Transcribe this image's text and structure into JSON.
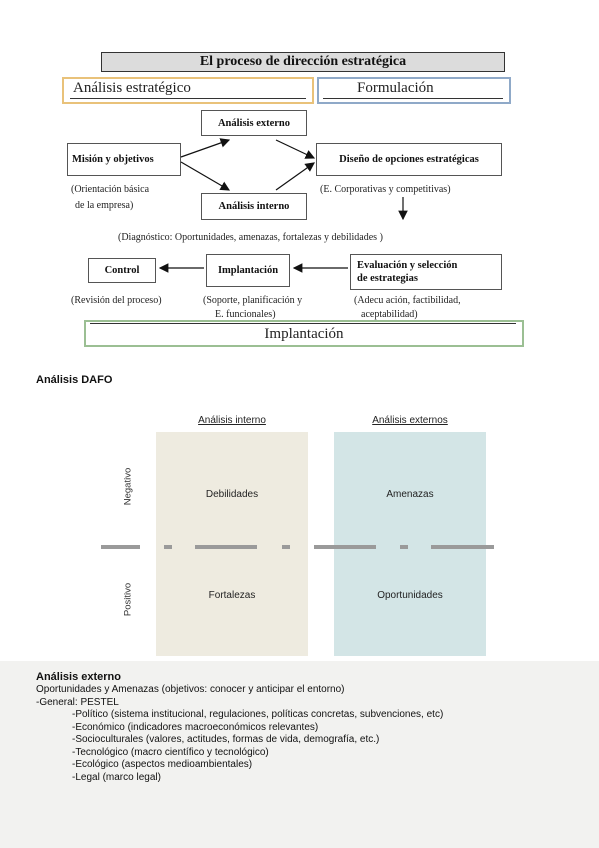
{
  "diagram": {
    "title": "El proceso de dirección estratégica",
    "header_left": "Análisis estratégico",
    "header_right": "Formulación",
    "boxes": {
      "externo": "Análisis externo",
      "mision": "Misión y  objetivos",
      "diseno": "Diseño de opciones estratégicas",
      "interno": "Análisis interno",
      "control": "Control",
      "implantacion": "Implantación",
      "evaluacion_line1": "Evaluación y selección",
      "evaluacion_line2": "de estrategias"
    },
    "notes": {
      "orientacion_1": "(Orientación básica",
      "orientacion_2": "de la empresa)",
      "corporativas": "(E. Corporativas y competitivas)",
      "diagnostico": "(Diagnóstico: Oportunidades, amenazas,  fortalezas y debilidades  )",
      "revision": "(Revisión del proceso)",
      "soporte_1": "(Soporte, planificación y",
      "soporte_2": "E. funcionales)",
      "adecu_1": "(Adecu ación,  factibilidad,",
      "adecu_2": "aceptabilidad)"
    },
    "footer": "Implantación"
  },
  "dafo": {
    "heading": "Análisis DAFO",
    "col_internal": "Análisis interno",
    "col_external": "Análisis externos",
    "row_negative": "Negativo",
    "row_positive": "Positivo",
    "cells": {
      "debilidades": "Debilidades",
      "amenazas": "Amenazas",
      "fortalezas": "Fortalezas",
      "oportunidades": "Oportunidades"
    },
    "colors": {
      "internal": "#eeebe0",
      "external": "#d3e5e6",
      "dash": "#9a9a9a"
    }
  },
  "externo": {
    "heading": "Análisis externo",
    "lines": [
      "Oportunidades y Amenazas (objetivos: conocer y anticipar el entorno)",
      "-General: PESTEL"
    ],
    "items": [
      "-Político (sistema institucional, regulaciones, políticas concretas, subvenciones, etc)",
      "-Económico (indicadores macroeconómicos relevantes)",
      "-Socioculturales (valores, actitudes, formas de vida, demografía, etc.)",
      "-Tecnológico (macro científico y tecnológico)",
      "-Ecológico (aspectos medioambientales)",
      "-Legal (marco legal)"
    ]
  }
}
